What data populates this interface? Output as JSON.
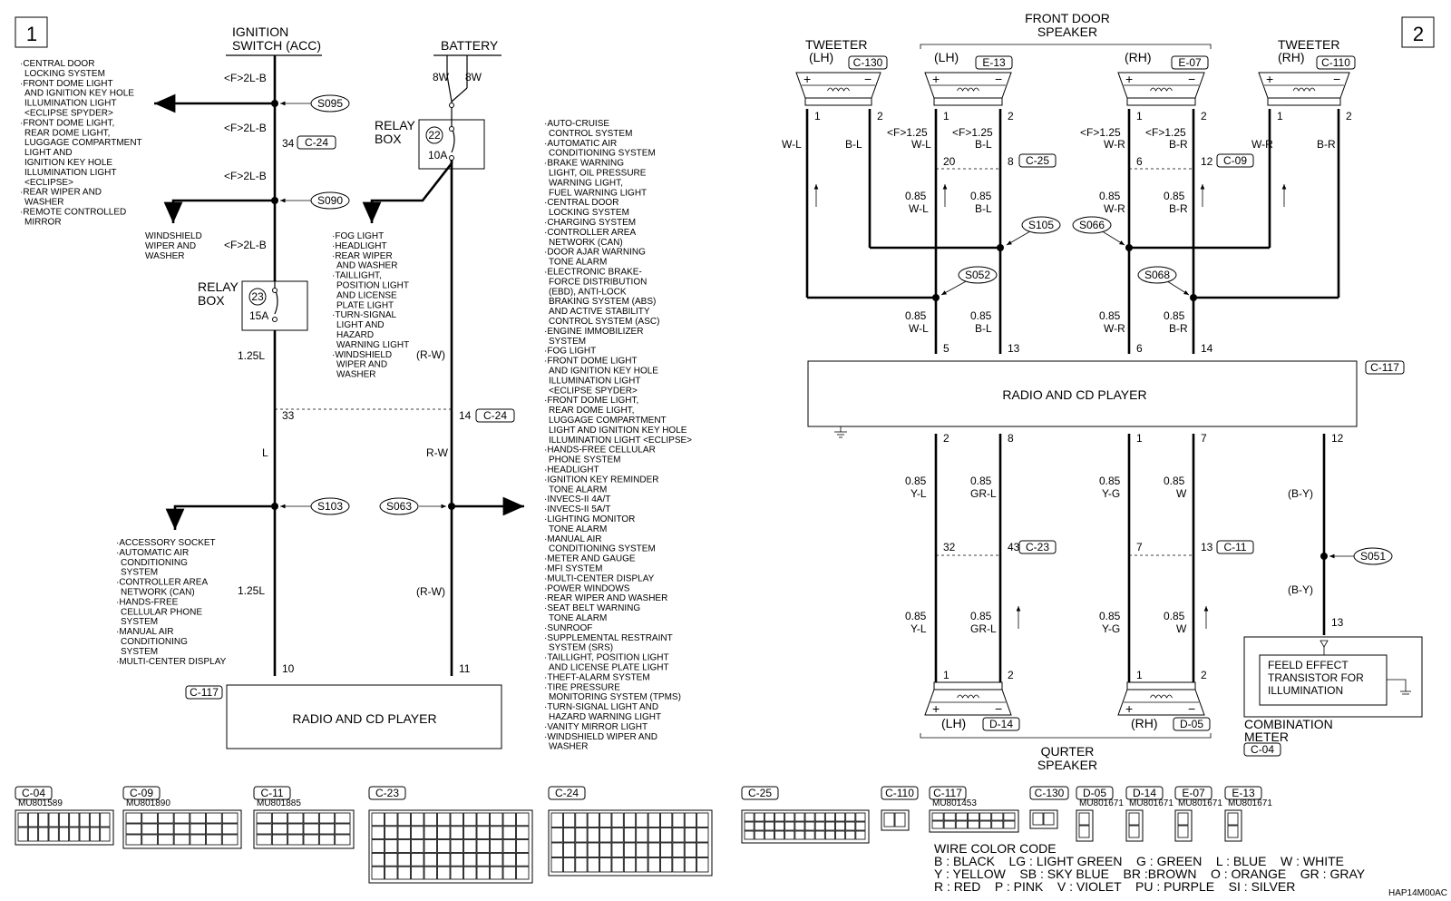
{
  "pages": [
    "1",
    "2"
  ],
  "left": {
    "ignition_switch": [
      "IGNITION",
      "SWITCH (ACC)"
    ],
    "battery": "BATTERY",
    "battery_wires": [
      "8W",
      "8W"
    ],
    "relay_box_label": [
      "RELAY",
      "BOX"
    ],
    "fuse_22": {
      "no": "22",
      "rating": "10A"
    },
    "fuse_23": {
      "no": "23",
      "rating": "15A"
    },
    "wire_f2lb": "<F>2L-B",
    "wire_125L": "1.25L",
    "wire_L": "L",
    "wire_RW": "R-W",
    "wire_RW_paren": "(R-W)",
    "splices": [
      "S095",
      "S090",
      "S103",
      "S063"
    ],
    "conn_c24": "C-24",
    "conn_c117": "C-117",
    "pins": {
      "p34": "34",
      "p33": "33",
      "p14": "14",
      "p10": "10",
      "p11": "11"
    },
    "radio_label": "RADIO AND CD PLAYER",
    "list_top": [
      "·CENTRAL DOOR",
      "LOCKING SYSTEM",
      "·FRONT DOME LIGHT",
      "AND IGNITION KEY HOLE",
      "ILLUMINATION LIGHT",
      "<ECLIPSE SPYDER>",
      "·FRONT DOME LIGHT,",
      "REAR DOME LIGHT,",
      "LUGGAGE COMPARTMENT",
      "LIGHT AND",
      "IGNITION KEY HOLE",
      "ILLUMINATION LIGHT",
      "<ECLIPSE>",
      "·REAR WIPER AND",
      "WASHER",
      "·REMOTE CONTROLLED",
      "MIRROR"
    ],
    "list_windshield": [
      "WINDSHIELD",
      "WIPER AND",
      "WASHER"
    ],
    "list_relay": [
      "·FOG LIGHT",
      "·HEADLIGHT",
      "·REAR WIPER",
      "AND WASHER",
      "·TAILLIGHT,",
      "POSITION LIGHT",
      "AND LICENSE",
      "PLATE LIGHT",
      "·TURN-SIGNAL",
      "LIGHT AND",
      "HAZARD",
      "WARNING LIGHT",
      "·WINDSHIELD",
      "WIPER AND",
      "WASHER"
    ],
    "list_bottom": [
      "·ACCESSORY SOCKET",
      "·AUTOMATIC AIR",
      "CONDITIONING",
      "SYSTEM",
      "·CONTROLLER AREA",
      "NETWORK (CAN)",
      "·HANDS-FREE",
      "CELLULAR PHONE",
      "SYSTEM",
      "·MANUAL AIR",
      "CONDITIONING",
      "SYSTEM",
      "·MULTI-CENTER DISPLAY"
    ],
    "list_right": [
      "·AUTO-CRUISE",
      "CONTROL SYSTEM",
      "·AUTOMATIC AIR",
      "CONDITIONING SYSTEM",
      "·BRAKE WARNING",
      "LIGHT, OIL PRESSURE",
      "WARNING LIGHT,",
      "FUEL WARNING LIGHT",
      "·CENTRAL DOOR",
      "LOCKING SYSTEM",
      "·CHARGING SYSTEM",
      "·CONTROLLER AREA",
      "NETWORK (CAN)",
      "·DOOR AJAR WARNING",
      "TONE ALARM",
      "·ELECTRONIC BRAKE-",
      "FORCE DISTRIBUTION",
      "(EBD), ANTI-LOCK",
      "BRAKING SYSTEM (ABS)",
      "AND ACTIVE STABILITY",
      "CONTROL SYSTEM (ASC)",
      "·ENGINE IMMOBILIZER",
      "SYSTEM",
      "·FOG LIGHT",
      "·FRONT DOME LIGHT",
      "AND IGNITION KEY HOLE",
      "ILLUMINATION LIGHT",
      "<ECLIPSE SPYDER>",
      "·FRONT DOME LIGHT,",
      "REAR DOME LIGHT,",
      "LUGGAGE COMPARTMENT",
      "LIGHT AND IGNITION KEY HOLE",
      "ILLUMINATION LIGHT <ECLIPSE>",
      "·HANDS-FREE CELLULAR",
      "PHONE SYSTEM",
      "·HEADLIGHT",
      "·IGNITION KEY REMINDER",
      "TONE ALARM",
      "·INVECS-II 4A/T",
      "·INVECS-II 5A/T",
      "·LIGHTING MONITOR",
      "TONE ALARM",
      "·MANUAL AIR",
      "CONDITIONING SYSTEM",
      "·METER AND GAUGE",
      "·MFI SYSTEM",
      "·MULTI-CENTER DISPLAY",
      "·POWER WINDOWS",
      "·REAR WIPER AND WASHER",
      "·SEAT BELT WARNING",
      "TONE ALARM",
      "·SUNROOF",
      "·SUPPLEMENTAL RESTRAINT",
      "SYSTEM (SRS)",
      "·TAILLIGHT, POSITION LIGHT",
      "AND LICENSE PLATE LIGHT",
      "·THEFT-ALARM SYSTEM",
      "·TIRE PRESSURE",
      "MONITORING SYSTEM (TPMS)",
      "·TURN-SIGNAL LIGHT AND",
      "HAZARD WARNING LIGHT",
      "·VANITY MIRROR LIGHT",
      "·WINDSHIELD WIPER AND",
      "WASHER"
    ]
  },
  "right": {
    "front_door_speaker": [
      "FRONT DOOR",
      "SPEAKER"
    ],
    "tweeter": "TWEETER",
    "lh": "(LH)",
    "rh": "(RH)",
    "conns_top": [
      "C-130",
      "E-13",
      "E-07",
      "C-110"
    ],
    "conns_mid": [
      "C-25",
      "C-09",
      "C-117",
      "C-23",
      "C-11"
    ],
    "splices": [
      "S105",
      "S066",
      "S052",
      "S068",
      "S051"
    ],
    "wires": {
      "wl": "W-L",
      "bl": "B-L",
      "wr": "W-R",
      "br": "B-R",
      "f125": "<F>1.25",
      "g085": "0.85",
      "yl": "Y-L",
      "grl": "GR-L",
      "yg": "Y-G",
      "w": "W",
      "by": "(B-Y)"
    },
    "radio_label": "RADIO AND CD PLAYER",
    "rear_speaker": [
      "QURTER",
      "SPEAKER"
    ],
    "conns_bottom": [
      "D-14",
      "D-05",
      "C-04"
    ],
    "fet": [
      "FEELD EFFECT",
      "TRANSISTOR FOR",
      "ILLUMINATION"
    ],
    "combination_meter": [
      "COMBINATION",
      "METER"
    ],
    "pins": {
      "p1": "1",
      "p2": "2",
      "p5": "5",
      "p6": "6",
      "p7": "7",
      "p8": "8",
      "p12": "12",
      "p13": "13",
      "p14": "14",
      "p20": "20",
      "p32": "32",
      "p43": "43"
    }
  },
  "connectors": [
    {
      "name": "C-04",
      "part": "MU801589"
    },
    {
      "name": "C-09",
      "part": "MU801890"
    },
    {
      "name": "C-11",
      "part": "MU801885"
    },
    {
      "name": "C-23",
      "part": ""
    },
    {
      "name": "C-24",
      "part": ""
    },
    {
      "name": "C-25",
      "part": ""
    },
    {
      "name": "C-110",
      "part": ""
    },
    {
      "name": "C-117",
      "part": "MU801453"
    },
    {
      "name": "C-130",
      "part": ""
    },
    {
      "name": "D-05",
      "part": "MU801671"
    },
    {
      "name": "D-14",
      "part": "MU801671"
    },
    {
      "name": "E-07",
      "part": "MU801671"
    },
    {
      "name": "E-13",
      "part": "MU801671"
    }
  ],
  "wire_color_code": {
    "title": "WIRE COLOR CODE",
    "rows": [
      "B : BLACK    LG : LIGHT GREEN    G : GREEN    L : BLUE    W : WHITE",
      "Y : YELLOW    SB : SKY BLUE    BR :BROWN    O : ORANGE    GR : GRAY",
      "R : RED    P : PINK    V : VIOLET    PU : PURPLE    SI : SILVER"
    ]
  },
  "figure_code": "HAP14M00AC"
}
